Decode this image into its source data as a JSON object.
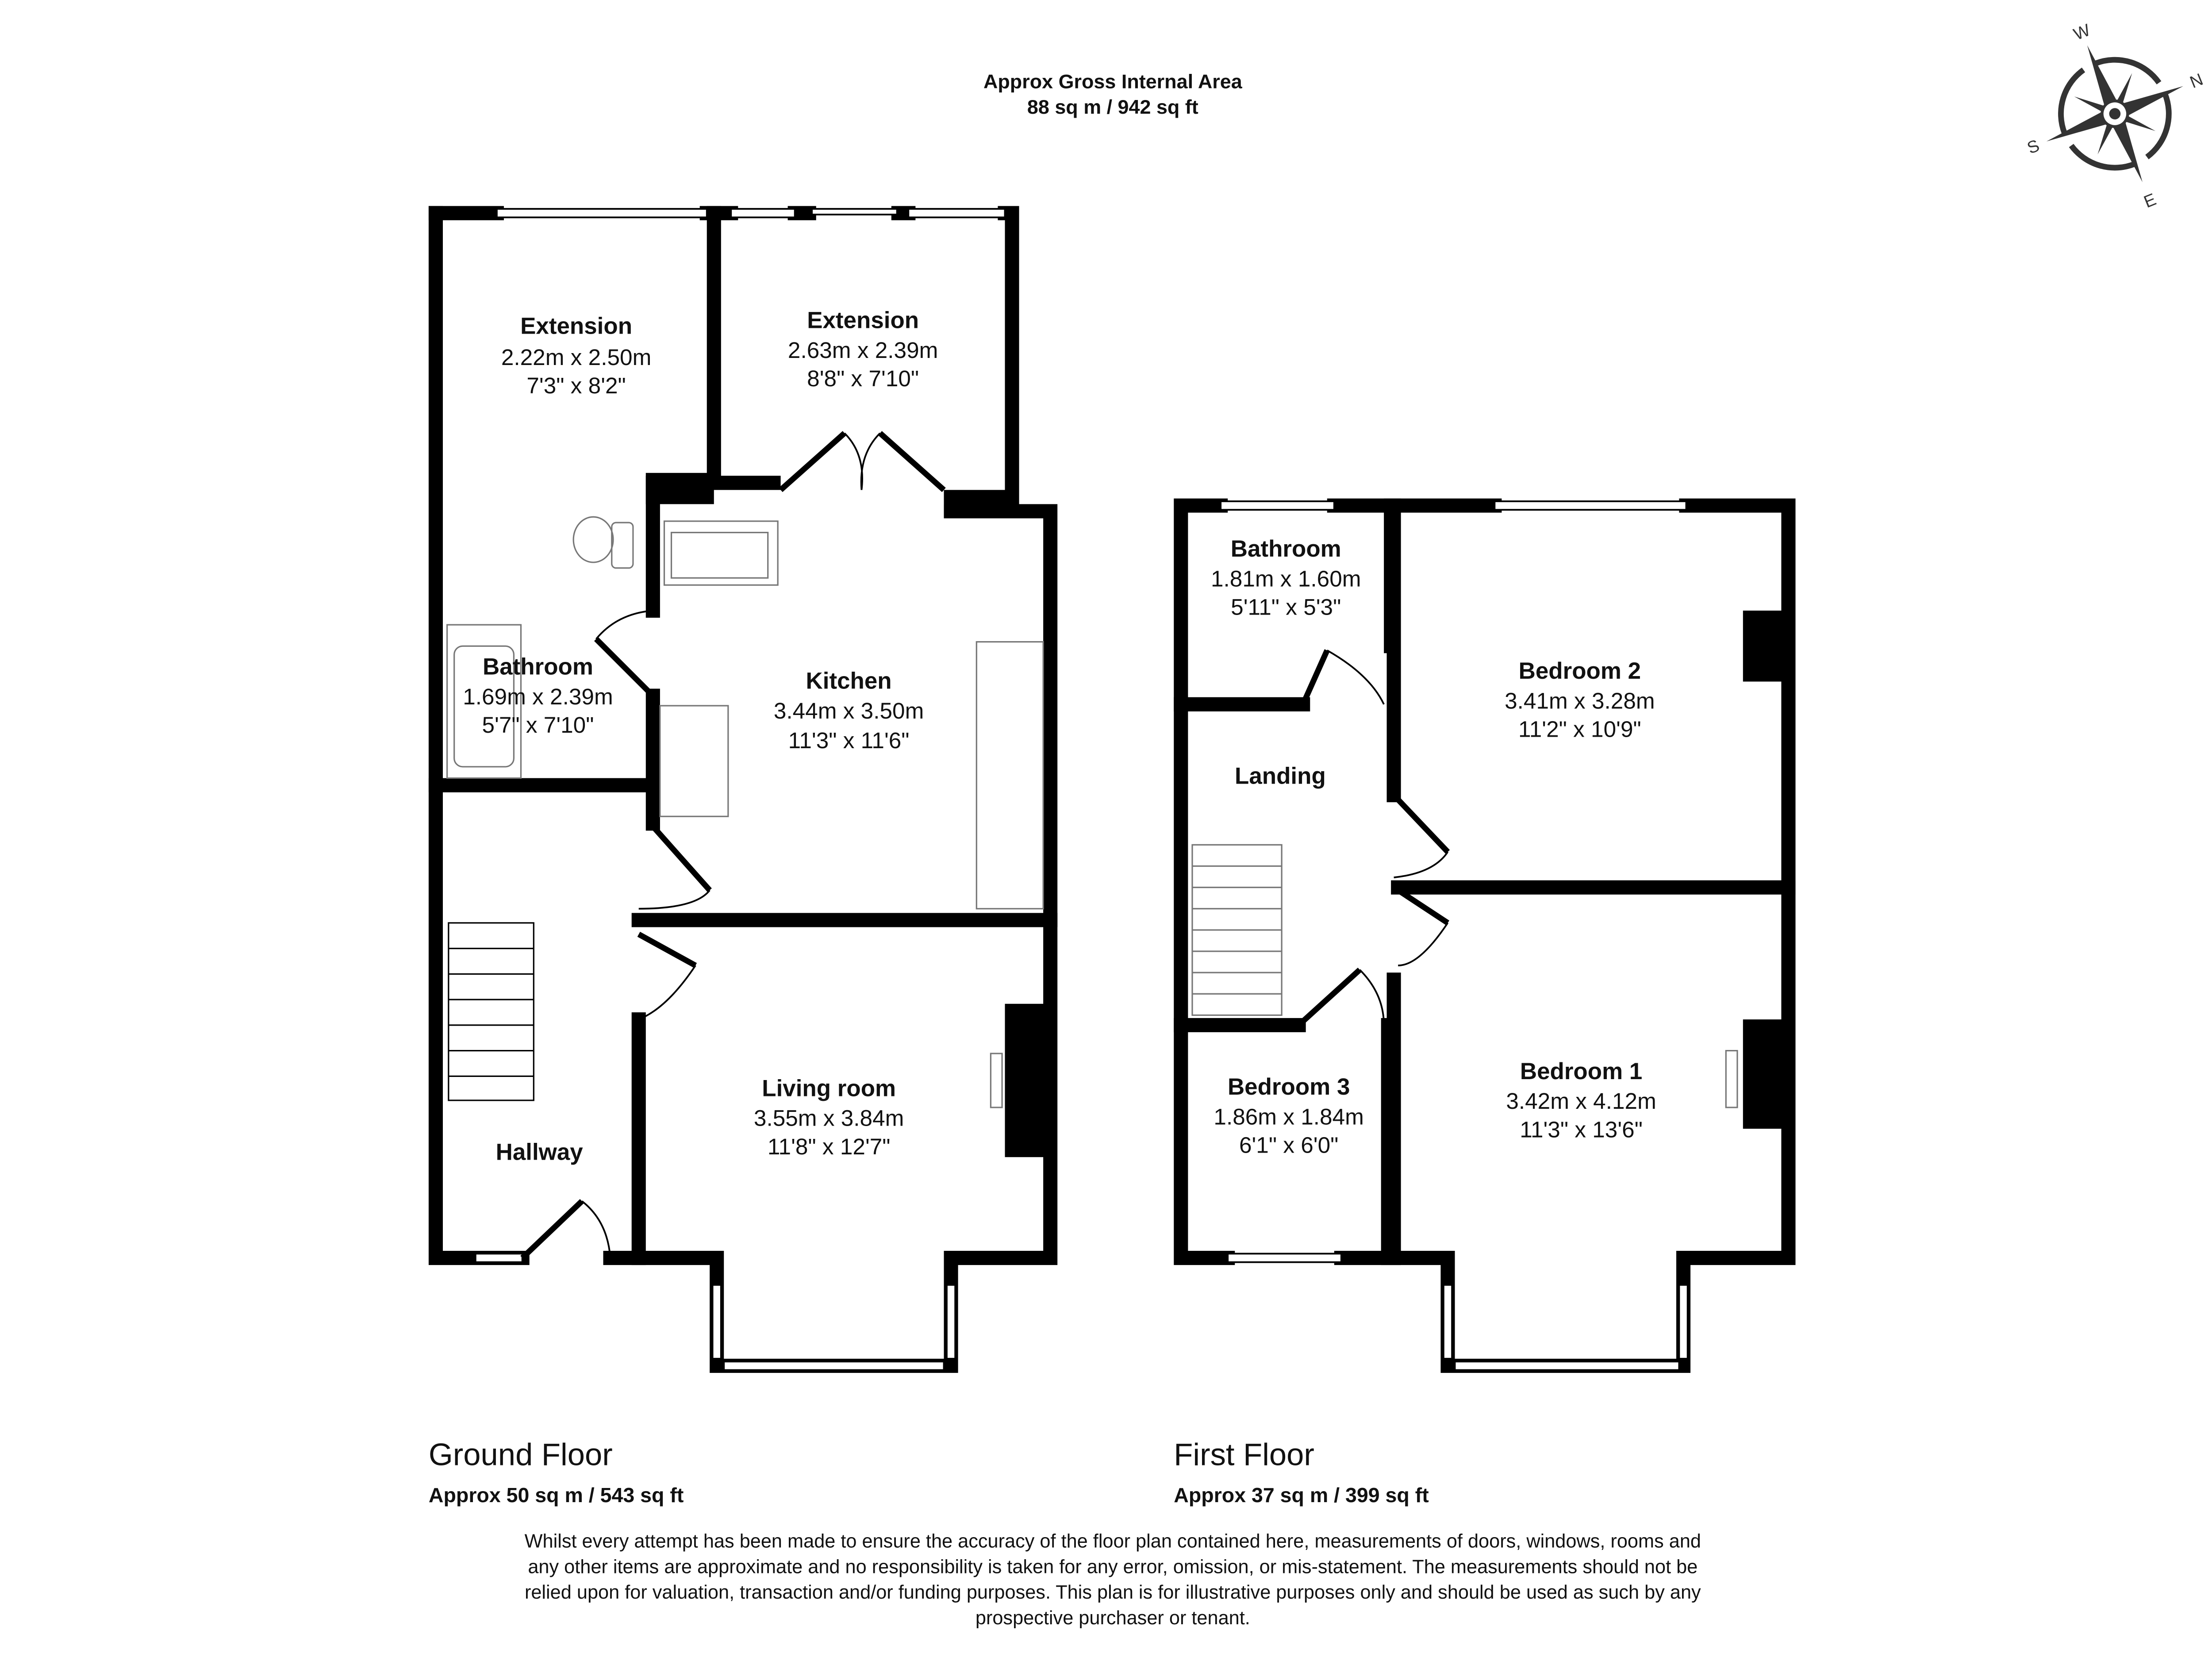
{
  "header": {
    "title_line1": "Approx Gross Internal Area",
    "title_line2": "88 sq m / 942 sq ft"
  },
  "compass": {
    "icon": "compass-rose-icon",
    "labels": {
      "n": "N",
      "e": "E",
      "s": "S",
      "w": "W"
    }
  },
  "ground_floor": {
    "name": "Ground Floor",
    "area": "Approx 50 sq m / 543 sq ft",
    "rooms": [
      {
        "name": "Extension",
        "metric": "2.22m x 2.50m",
        "imperial": "7'3\" x 8'2\""
      },
      {
        "name": "Extension",
        "metric": "2.63m x 2.39m",
        "imperial": "8'8\" x 7'10\""
      },
      {
        "name": "Bathroom",
        "metric": "1.69m x 2.39m",
        "imperial": "5'7\" x 7'10\""
      },
      {
        "name": "Kitchen",
        "metric": "3.44m x 3.50m",
        "imperial": "11'3\" x 11'6\""
      },
      {
        "name": "Living room",
        "metric": "3.55m x 3.84m",
        "imperial": "11'8\" x 12'7\""
      },
      {
        "name": "Hallway"
      }
    ]
  },
  "first_floor": {
    "name": "First Floor",
    "area": "Approx 37 sq m / 399 sq ft",
    "rooms": [
      {
        "name": "Bathroom",
        "metric": "1.81m x 1.60m",
        "imperial": "5'11\" x 5'3\""
      },
      {
        "name": "Bedroom 2",
        "metric": "3.41m x 3.28m",
        "imperial": "11'2\" x 10'9\""
      },
      {
        "name": "Landing"
      },
      {
        "name": "Bedroom 3",
        "metric": "1.86m x 1.84m",
        "imperial": "6'1\" x 6'0\""
      },
      {
        "name": "Bedroom 1",
        "metric": "3.42m x 4.12m",
        "imperial": "11'3\" x 13'6\""
      }
    ]
  },
  "disclaimer": [
    "Whilst every attempt has been made to ensure the accuracy of the floor plan contained here, measurements of doors, windows, rooms and",
    "any other items are approximate and no responsibility is taken for any error, omission, or mis-statement. The measurements should not be",
    "relied upon for valuation, transaction and/or funding purposes. This plan is for illustrative purposes only and should be used as such by any",
    "prospective purchaser or tenant."
  ]
}
